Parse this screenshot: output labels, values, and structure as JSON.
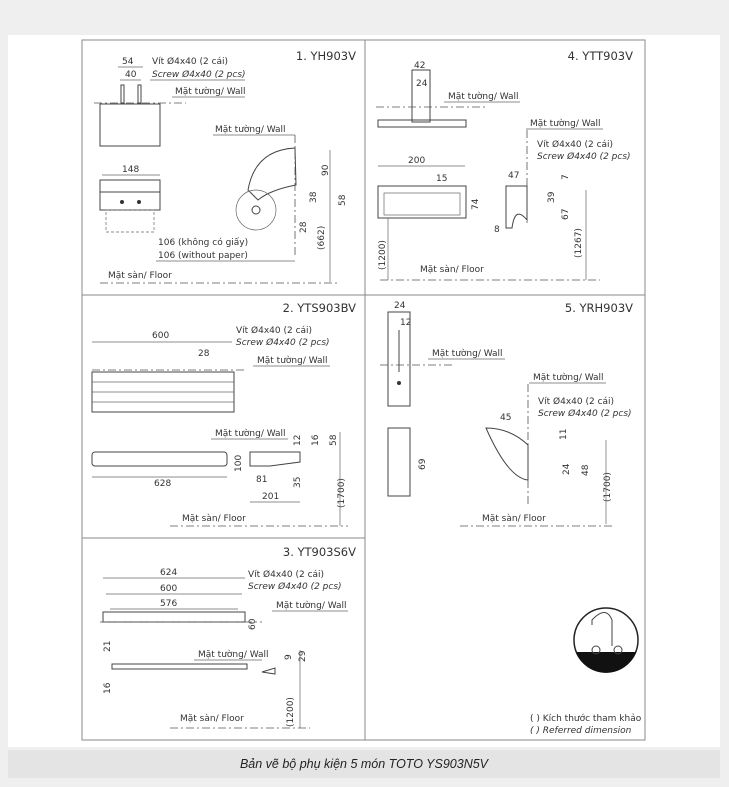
{
  "caption": "Bản vẽ bộ phụ kiện 5 món TOTO YS903N5V",
  "labels": {
    "wall": "Mặt tường/ Wall",
    "floor": "Mặt sàn/ Floor",
    "screw_vn": "Vít Ø4x40 (2 cái)",
    "screw_en": "Screw Ø4x40 (2 pcs)"
  },
  "panels": {
    "p1": {
      "title": "1. YH903V",
      "d54": "54",
      "d40": "40",
      "d148": "148",
      "d90": "90",
      "d38": "38",
      "d58": "58",
      "d28": "28",
      "d662": "(662)",
      "note_vn": "106 (không có giấy)",
      "note_en": "106 (without paper)"
    },
    "p2": {
      "title": "2. YTS903BV",
      "d600": "600",
      "d28": "28",
      "d628": "628",
      "d12": "12",
      "d16": "16",
      "d58": "58",
      "d100": "100",
      "d81": "81",
      "d35": "35",
      "d201": "201",
      "d1700": "(1700)"
    },
    "p3": {
      "title": "3. YT903S6V",
      "d624": "624",
      "d600": "600",
      "d576": "576",
      "d60": "60",
      "d21": "21",
      "d16": "16",
      "d9": "9",
      "d29": "29",
      "d1200": "(1200)"
    },
    "p4": {
      "title": "4. YTT903V",
      "d42": "42",
      "d24": "24",
      "d200": "200",
      "d15": "15",
      "d74": "74",
      "d47": "47",
      "d7": "7",
      "d39": "39",
      "d67": "67",
      "d8": "8",
      "d1200": "(1200)",
      "d1267": "(1267)"
    },
    "p5": {
      "title": "5. YRH903V",
      "d24": "24",
      "d12": "12",
      "d69": "69",
      "d45": "45",
      "d11": "11",
      "d24b": "24",
      "d48": "48",
      "d1700": "(1700)"
    }
  },
  "legend": {
    "vn": "( ) Kích thước tham khảo",
    "en": "( ) Referred dimension"
  }
}
